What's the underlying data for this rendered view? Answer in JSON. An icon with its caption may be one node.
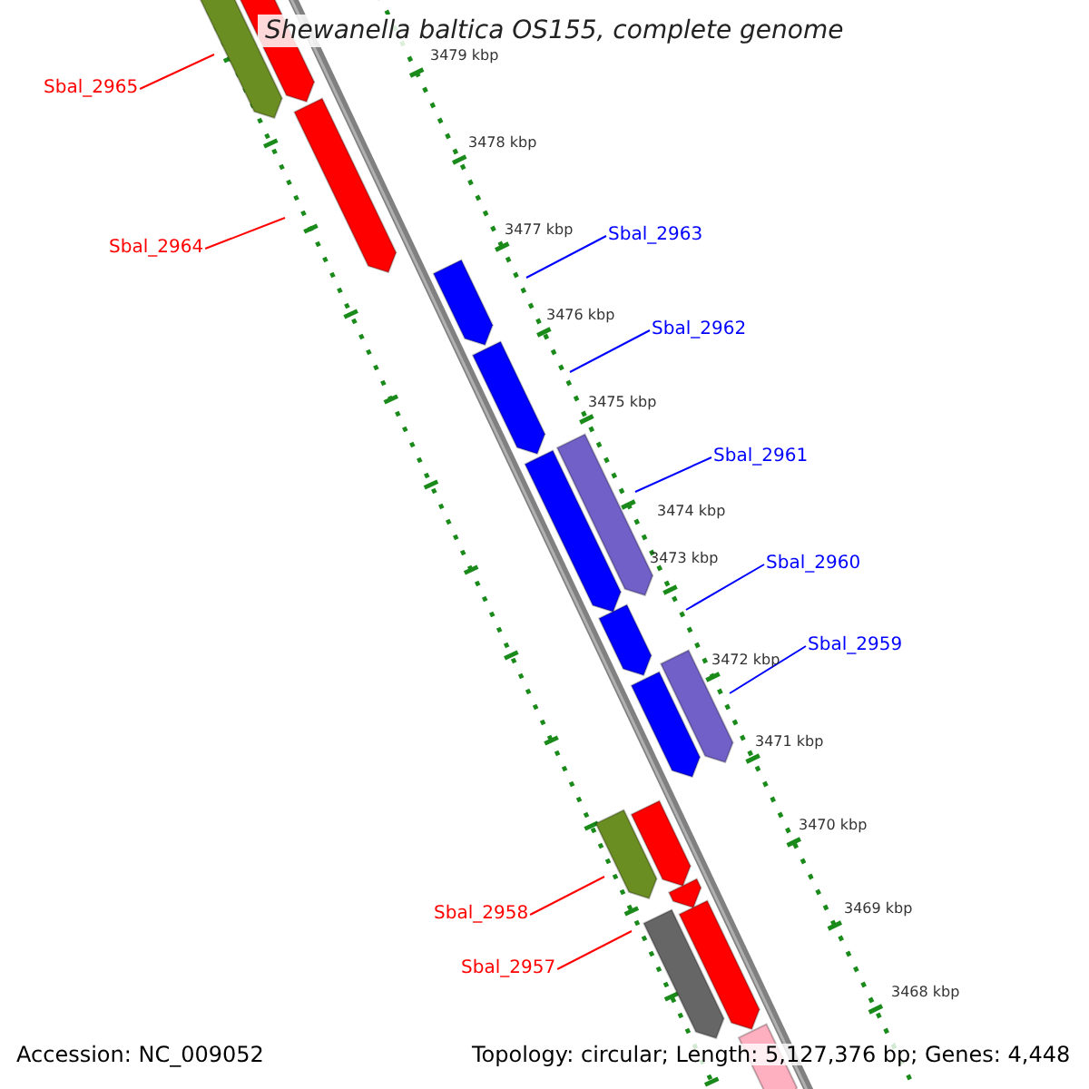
{
  "diagram": {
    "title": "Shewanella baltica OS155, complete genome",
    "nodes": [
      {
        "text": [
          "Sbal_2965"
        ]
      },
      {
        "text": [
          "Sbal_2964"
        ]
      },
      {
        "text": [
          "Sbal_2963"
        ]
      },
      {
        "text": [
          "Sbal_2962"
        ]
      },
      {
        "text": [
          "Sbal_2961"
        ]
      },
      {
        "text": [
          "Sbal_2960"
        ]
      },
      {
        "text": [
          "Sbal_2959"
        ]
      },
      {
        "text": [
          "Sbal_2958"
        ]
      },
      {
        "text": [
          "Sbal_2957"
        ]
      }
    ],
    "edges": [
      {
        "from": 0,
        "to": null,
        "arrow": "none",
        "color": "#ff0000"
      },
      {
        "from": 1,
        "to": null,
        "arrow": "none",
        "color": "#ff0000"
      },
      {
        "from": 2,
        "to": null,
        "arrow": "none"
      },
      {
        "from": 3,
        "to": null,
        "arrow": "none"
      },
      {
        "from": 4,
        "to": null,
        "arrow": "none"
      },
      {
        "from": 5,
        "to": null,
        "arrow": "none"
      },
      {
        "from": 6,
        "to": null,
        "arrow": "none"
      },
      {
        "from": 7,
        "to": null,
        "arrow": "none",
        "color": "#ff0000"
      },
      {
        "from": 8,
        "to": null,
        "arrow": "none",
        "color": "#ff0000"
      }
    ],
    "labels": [
      "3479 kbp",
      "3478 kbp",
      "3477 kbp",
      "3476 kbp",
      "3475 kbp",
      "3474 kbp",
      "3473 kbp",
      "3472 kbp",
      "3471 kbp",
      "3470 kbp",
      "3469 kbp",
      "3468 kbp",
      "Accession: NC_009052",
      "Topology: circular; Length: 5,127,376 bp; Genes: 4,448"
    ]
  }
}
